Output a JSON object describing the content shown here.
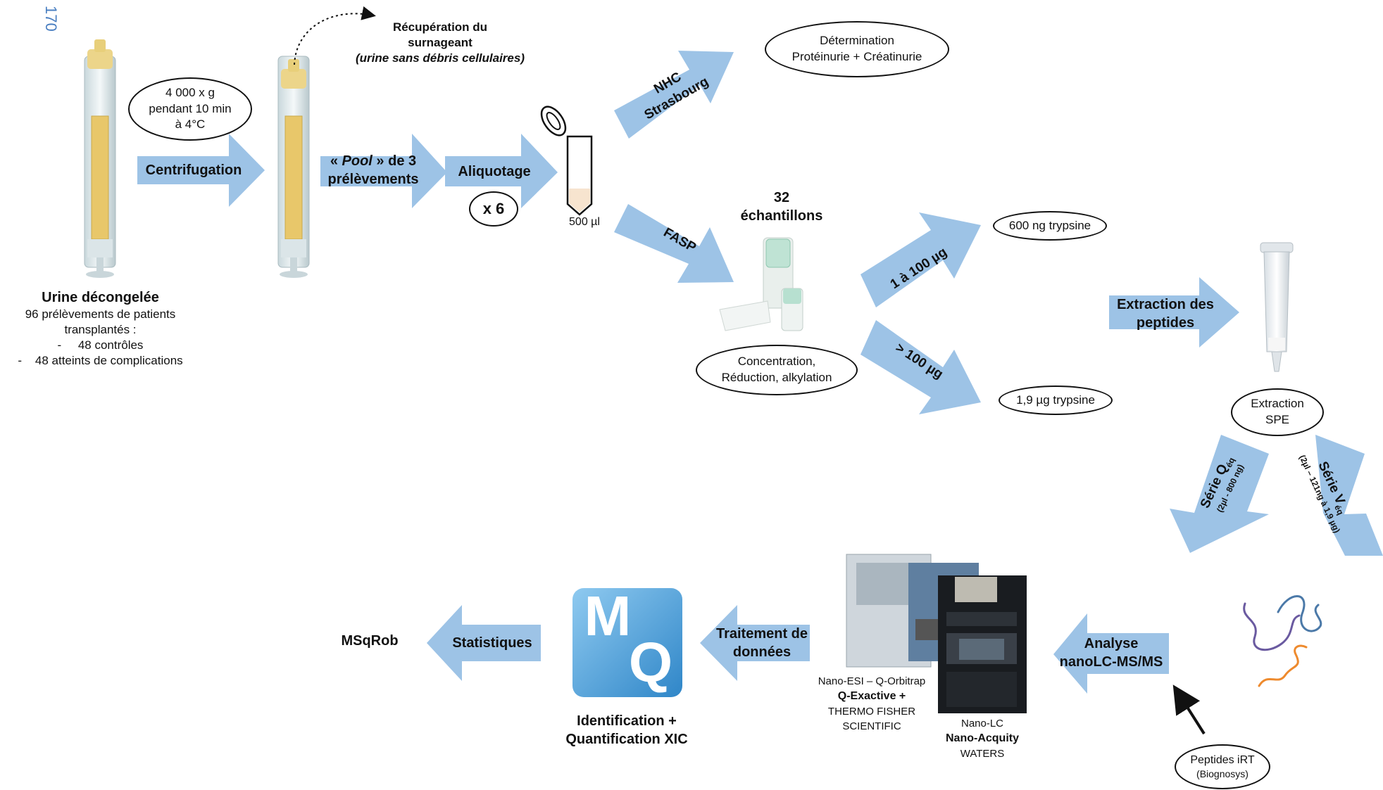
{
  "page_number": "170",
  "urine": {
    "title": "Urine décongelée",
    "desc1": "96 prélèvements de patients",
    "desc2": "transplantés :",
    "item1": "-     48 contrôles",
    "item2": "-    48 atteints de complications"
  },
  "centrifugation": {
    "conditions": [
      "4 000 x g",
      "pendant 10 min",
      "à 4°C"
    ],
    "label": "Centrifugation"
  },
  "recuperation": {
    "line1": "Récupération du",
    "line2": "surnageant",
    "line3": "(urine sans débris cellulaires)"
  },
  "pool": {
    "open": "« ",
    "pool_word": "Pool",
    "rest": " » de 3",
    "line2": "prélèvements"
  },
  "aliquotage": {
    "label": "Aliquotage",
    "times": "x 6"
  },
  "tube_volume": "500 µl",
  "nhc": {
    "line1": "NHC",
    "line2": "Strasbourg"
  },
  "determination": {
    "line1": "Détermination",
    "line2": "Protéinurie + Créatinurie"
  },
  "fasp": "FASP",
  "samples": {
    "line1": "32",
    "line2": "échantillons"
  },
  "concentration": {
    "line1": "Concentration,",
    "line2": "Réduction, alkylation"
  },
  "low_range": "1 à 100 µg",
  "high_range": "> 100 µg",
  "trypsin_low": "600 ng trypsine",
  "trypsin_high": "1,9 µg trypsine",
  "extraction": {
    "line1": "Extraction des",
    "line2": "peptides"
  },
  "spe": {
    "line1": "Extraction",
    "line2": "SPE"
  },
  "serie_q": {
    "main": "Série Q",
    "sub": "éq",
    "detail": "(2µl - 800 ng)"
  },
  "serie_v": {
    "main": "Série V",
    "sub": "éq",
    "detail": "(2µl – 121ng à 1,9 µg)"
  },
  "analyse": {
    "line1": "Analyse",
    "line2": "nanoLC-MS/MS"
  },
  "irt": {
    "line1": "Peptides iRT",
    "line2": "(Biognosys)"
  },
  "instrument_ms": {
    "line1": "Nano-ESI – Q-Orbitrap",
    "line2": "Q-Exactive +",
    "line3": "THERMO FISHER",
    "line4": "SCIENTIFIC"
  },
  "instrument_lc": {
    "line1": "Nano-LC",
    "line2": "Nano-Acquity",
    "line3": "WATERS"
  },
  "traitement": {
    "line1": "Traitement de",
    "line2": "données"
  },
  "mq_logo": {
    "m": "M",
    "q": "Q"
  },
  "identification": {
    "line1": "Identification +",
    "line2": "Quantification XIC"
  },
  "statistiques": "Statistiques",
  "msqrob": "MSqRob",
  "colors": {
    "arrow": "#9dc3e6",
    "tube_label": "#e8c76a",
    "cap": "#ecd58a",
    "logo": "#5aa7dc"
  }
}
